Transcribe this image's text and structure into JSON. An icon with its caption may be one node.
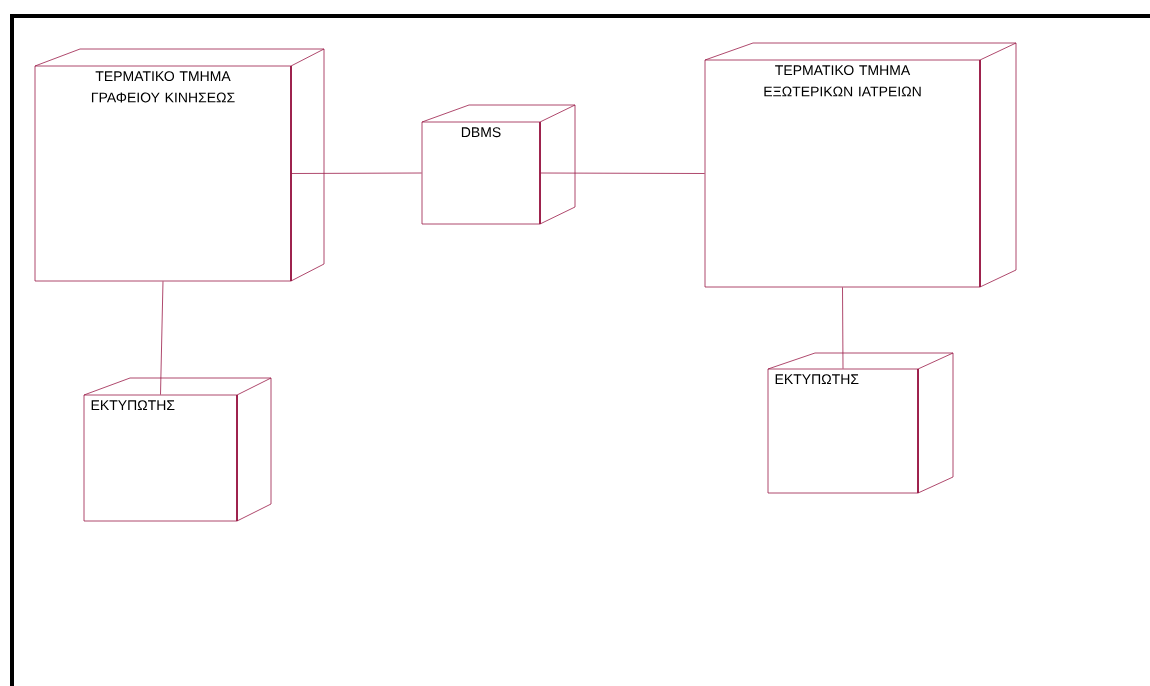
{
  "diagram": {
    "nodes": [
      {
        "text": [
          "ΤΕΡΜΑΤΙΚΟ ΤΜΗΜΑ ΓΡΑΦΕΙΟΥ ΚΙΝΗΣΕΩΣ"
        ]
      },
      {
        "text": [
          "DBMS"
        ]
      },
      {
        "text": [
          "ΤΕΡΜΑΤΙΚΟ ΤΜΗΜΑ ΕΞΩΤΕΡΙΚΩΝ ΙΑΤΡΕΙΩΝ"
        ]
      },
      {
        "text": [
          "ΕΚΤΥΠΩΤΗΣ"
        ]
      },
      {
        "text": [
          "ΕΚΤΥΠΩΤΗΣ"
        ]
      }
    ],
    "edges": [
      {
        "from": 0,
        "to": 1,
        "arrow": "none"
      },
      {
        "from": 1,
        "to": 2,
        "arrow": "none"
      },
      {
        "from": 0,
        "to": 3,
        "arrow": "none"
      },
      {
        "from": 2,
        "to": 4,
        "arrow": "none"
      }
    ]
  }
}
